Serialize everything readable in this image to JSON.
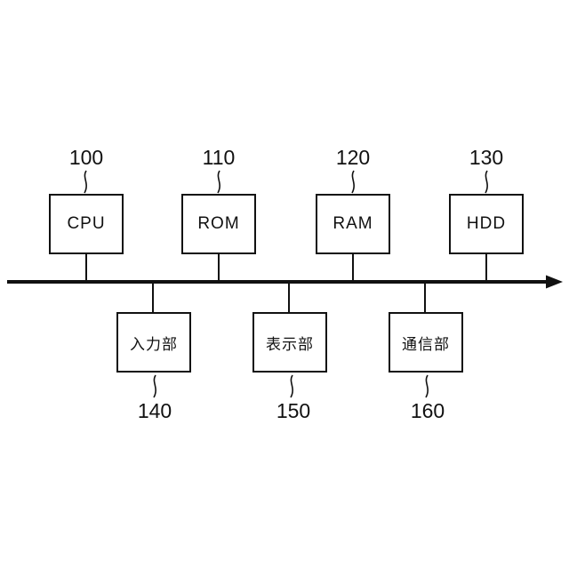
{
  "diagram": {
    "title": "computer-system-block-diagram",
    "bus": {
      "name": "system-bus",
      "direction": "right-arrow"
    },
    "top_row": [
      {
        "id": "cpu",
        "label": "CPU",
        "ref": "100"
      },
      {
        "id": "rom",
        "label": "ROM",
        "ref": "110"
      },
      {
        "id": "ram",
        "label": "RAM",
        "ref": "120"
      },
      {
        "id": "hdd",
        "label": "HDD",
        "ref": "130"
      }
    ],
    "bottom_row": [
      {
        "id": "input-unit",
        "label": "入力部",
        "ref": "140"
      },
      {
        "id": "display-unit",
        "label": "表示部",
        "ref": "150"
      },
      {
        "id": "comm-unit",
        "label": "通信部",
        "ref": "160"
      }
    ],
    "colors": {
      "line": "#111111",
      "background": "#ffffff",
      "box_fill": "#ffffff"
    }
  }
}
